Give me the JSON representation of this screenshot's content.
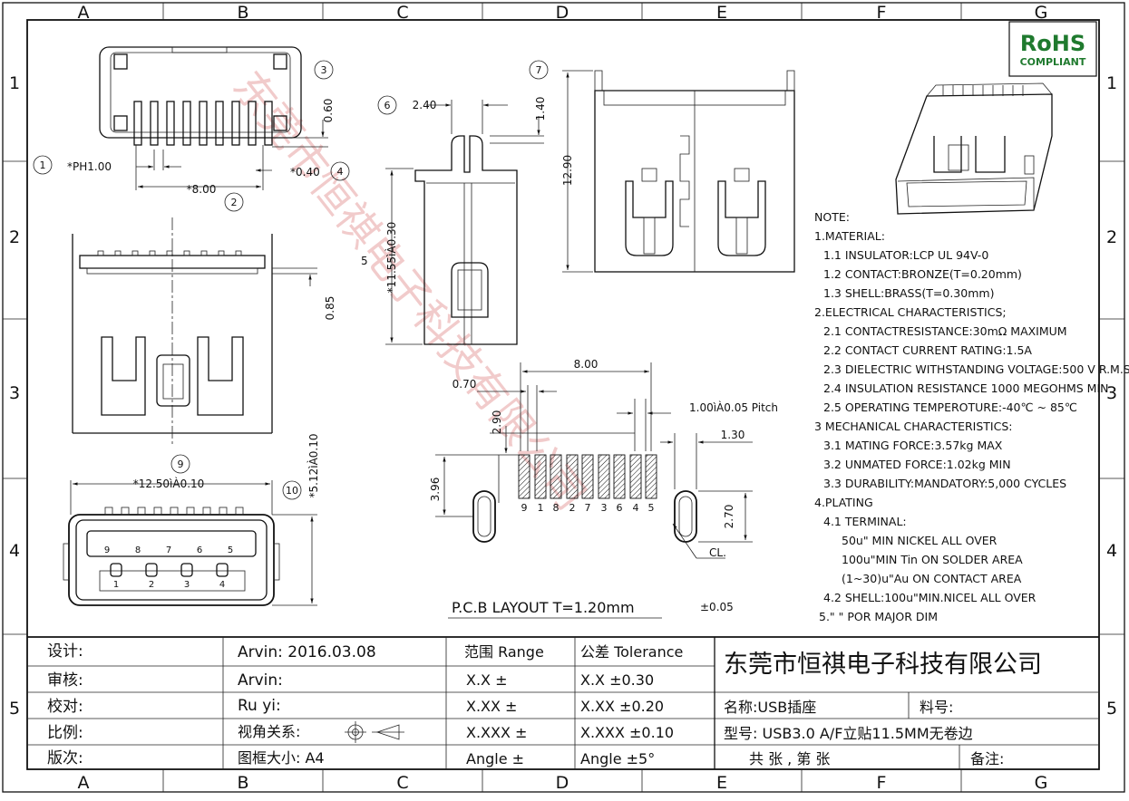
{
  "frame": {
    "col_letters": [
      "A",
      "B",
      "C",
      "D",
      "E",
      "F",
      "G"
    ],
    "row_numbers": [
      "1",
      "2",
      "3",
      "4",
      "5"
    ]
  },
  "rohs": {
    "line1": "RoHS",
    "line2": "COMPLIANT"
  },
  "watermark": "东莞市恒祺电子科技有限公司",
  "dims": {
    "pitch": "*PH1.00",
    "d_8_00": "*8.00",
    "d_0_40": "*0.40",
    "d_0_60": "0.60",
    "d_2_40": "2.40",
    "d_1_40": "1.40",
    "d_12_90": "12.90",
    "d_11_55": "*11.55ìÀ0.30",
    "d_5": "5",
    "d_0_85": "0.85",
    "d_12_50": "*12.50ìÀ0.10",
    "d_5_12": "*5.12ìÀ0.10",
    "pcb_8_00": "8.00",
    "pcb_0_70": "0.70",
    "pcb_2_90": "2.90",
    "pcb_pitch": "1.00ìÀ0.05 Pitch",
    "pcb_1_30": "1.30",
    "pcb_3_96": "3.96",
    "pcb_2_70": "2.70",
    "pcb_cl": "CL."
  },
  "balloons": [
    "1",
    "2",
    "3",
    "4",
    "6",
    "7",
    "9",
    "10"
  ],
  "pin_row_front_top": [
    "9",
    "8",
    "7",
    "6",
    "5"
  ],
  "pin_row_front_bottom": [
    "1",
    "2",
    "3",
    "4"
  ],
  "pcb_pin_labels": [
    "9",
    "1",
    "8",
    "2",
    "7",
    "3",
    "6",
    "4",
    "5"
  ],
  "pcb_title": "P.C.B  LAYOUT T=1.20mm",
  "pcb_tol": "±0.05",
  "notes": [
    "NOTE:",
    "1.MATERIAL:",
    "  1.1 INSULATOR:LCP UL 94V-0",
    "  1.2 CONTACT:BRONZE(T=0.20mm)",
    "  1.3 SHELL:BRASS(T=0.30mm)",
    "2.ELECTRICAL CHARACTERISTICS;",
    "  2.1 CONTACTRESISTANCE:30mΩ MAXIMUM",
    "  2.2 CONTACT CURRENT RATING:1.5A",
    "  2.3 DIELECTRIC WITHSTANDING VOLTAGE:500 V R.M.S.",
    "  2.4 INSULATION RESISTANCE 1000 MEGOHMS MIN",
    "  2.5 OPERATING TEMPEROTURE:-40℃ ~ 85℃",
    "3 MECHANICAL CHARACTERISTICS:",
    "  3.1 MATING FORCE:3.57kg MAX",
    "  3.2 UNMATED FORCE:1.02kg MIN",
    "  3.3 DURABILITY:MANDATORY:5,000 CYCLES",
    "4.PLATING",
    "  4.1 TERMINAL:",
    "      50u\" MIN NICKEL ALL OVER",
    "      100u\"MIN Tin ON SOLDER AREA",
    "      (1~30)u\"Au ON CONTACT AREA",
    "  4.2 SHELL:100u\"MIN.NICEL ALL OVER",
    " 5.\"  \" POR MAJOR DIM"
  ],
  "title_block": {
    "design_label": "设计:",
    "design_value": "Arvin:  2016.03.08",
    "review_label": "审核:",
    "review_value": "Arvin:",
    "check_label": "校对:",
    "check_value": "Ru  yi:",
    "scale_label": "比例:",
    "scale_value": "视角关系:",
    "version_label": "版次:",
    "version_value": "图框大小:  A4",
    "range_header": "范围 Range",
    "tol_header": "公差 Tolerance",
    "range_rows": [
      "X.X       ±",
      "X.XX      ±",
      "X.XXX    ±",
      "Angle   ±"
    ],
    "tol_rows": [
      "X.X     ±0.30",
      "X.XX    ±0.20",
      "X.XXX  ±0.10",
      "Angle  ±5°"
    ],
    "company": "东莞市恒祺电子科技有限公司",
    "name": "名称:USB插座",
    "part_no": "料号:",
    "model": "型号: USB3.0 A/F立贴11.5MM无卷边",
    "sheets": "共    张  ,  第    张",
    "remark": "备注:"
  }
}
